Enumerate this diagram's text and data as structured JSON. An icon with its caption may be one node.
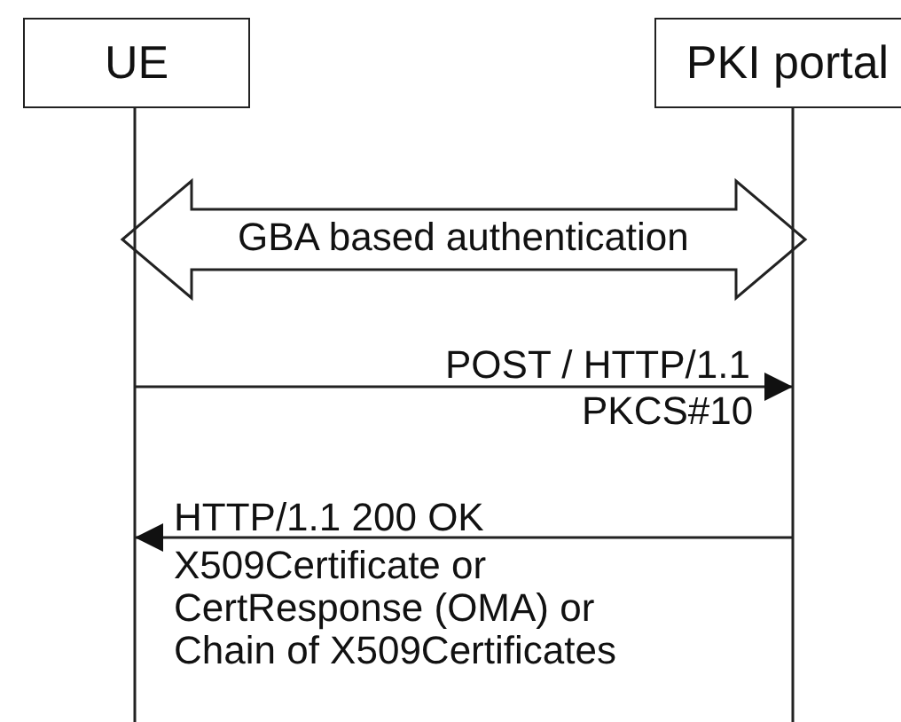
{
  "diagram": {
    "nodes": [
      {
        "text": [
          "UE"
        ]
      },
      {
        "text": [
          "PKI portal"
        ]
      }
    ],
    "edges": [
      {
        "from": 0,
        "to": 1,
        "arrow": "both",
        "label": "GBA based authentication",
        "style": "thick"
      },
      {
        "from": 0,
        "to": 1,
        "arrow": "to",
        "label": "POST / HTTP/1.1"
      },
      {
        "from": 1,
        "to": 0,
        "arrow": "to",
        "label": "HTTP/1.1 200 OK"
      }
    ],
    "labels": [
      "PKCS#10",
      "X509Certificate or CertResponse (OMA) or Chain of X509Certificates"
    ]
  }
}
